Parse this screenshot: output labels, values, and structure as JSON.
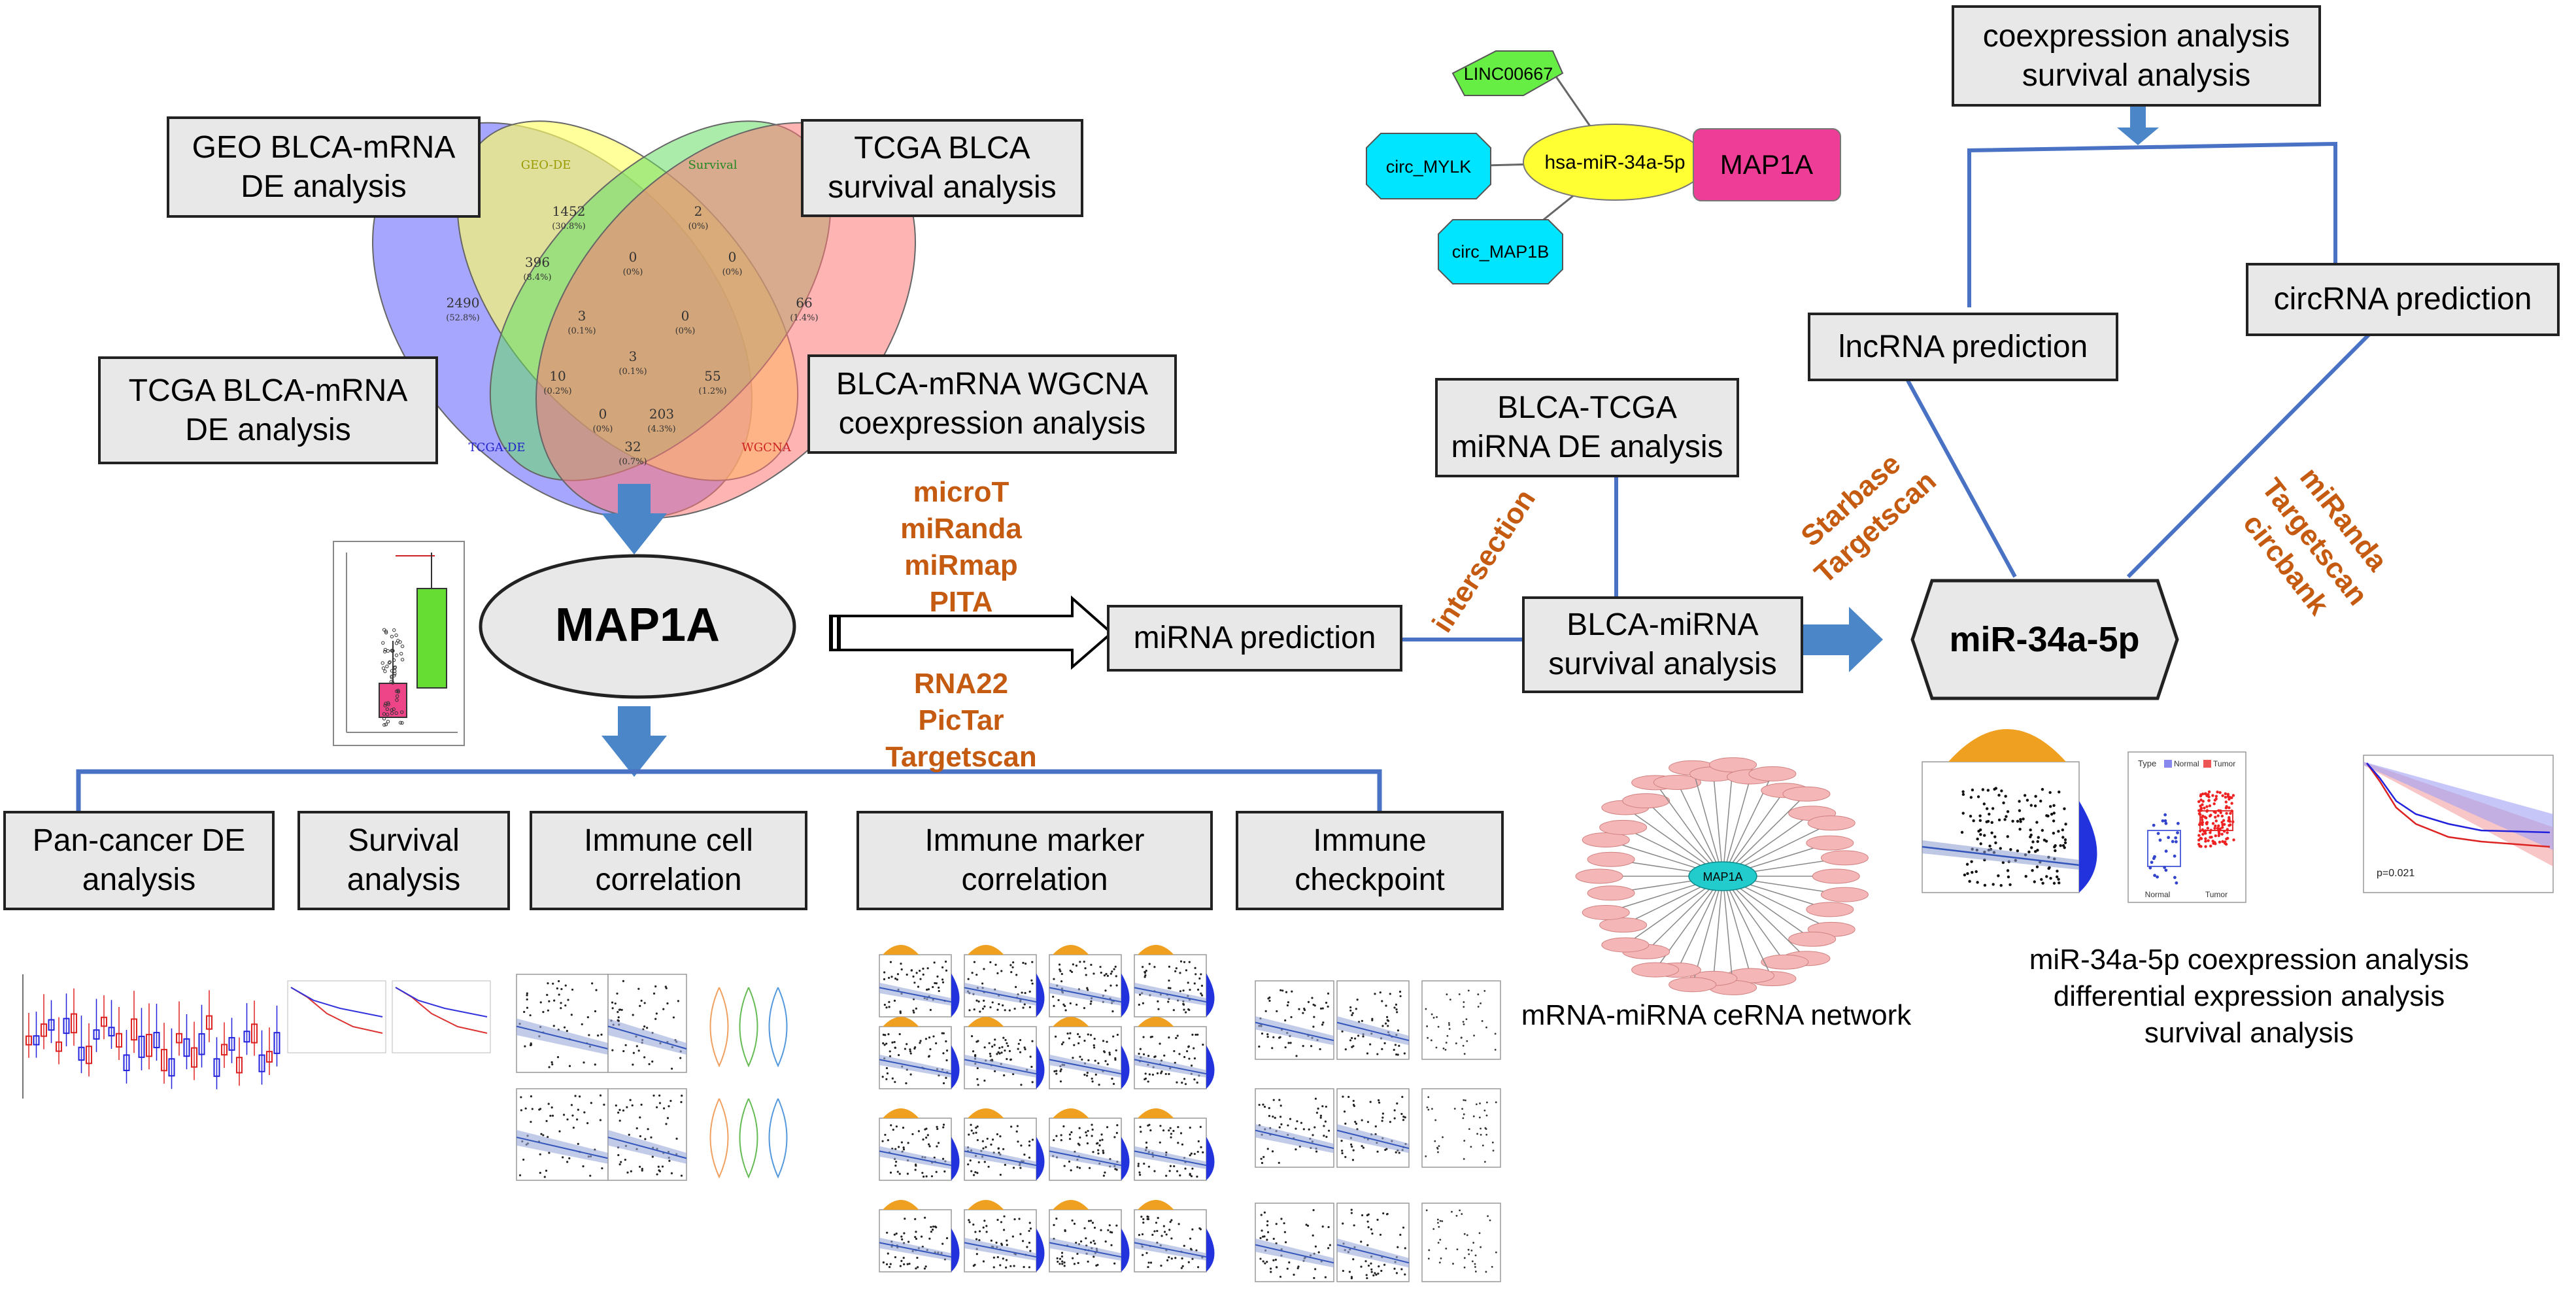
{
  "venn": {
    "sets": [
      "GEO-DE",
      "Survival",
      "WGCNA",
      "TCGA-DE"
    ],
    "colors": {
      "geo": "#ffff66",
      "survival": "#66dd66",
      "wgcna": "#ff7777",
      "tcga": "#8888ff"
    },
    "counts": [
      {
        "n": "1452",
        "p": "(30.8%)"
      },
      {
        "n": "2",
        "p": "(0%)"
      },
      {
        "n": "396",
        "p": "(8.4%)"
      },
      {
        "n": "0",
        "p": "(0%)"
      },
      {
        "n": "0",
        "p": "(0%)"
      },
      {
        "n": "2490",
        "p": "(52.8%)"
      },
      {
        "n": "66",
        "p": "(1.4%)"
      },
      {
        "n": "3",
        "p": "(0.1%)"
      },
      {
        "n": "0",
        "p": "(0%)"
      },
      {
        "n": "3",
        "p": "(0.1%)"
      },
      {
        "n": "10",
        "p": "(0.2%)"
      },
      {
        "n": "55",
        "p": "(1.2%)"
      },
      {
        "n": "0",
        "p": "(0%)"
      },
      {
        "n": "203",
        "p": "(4.3%)"
      },
      {
        "n": "32",
        "p": "(0.7%)"
      }
    ]
  },
  "boxes": {
    "geo": [
      "GEO BLCA-mRNA",
      "DE analysis"
    ],
    "tcga_surv": [
      "TCGA BLCA",
      "survival analysis"
    ],
    "tcga_de": [
      "TCGA BLCA-mRNA",
      "DE analysis"
    ],
    "wgcna": [
      "BLCA-mRNA WGCNA",
      "coexpression analysis"
    ],
    "map1a": "MAP1A",
    "mirna_pred": "miRNA prediction",
    "blca_tcga": [
      "BLCA-TCGA",
      "miRNA DE analysis"
    ],
    "blca_surv": [
      "BLCA-miRNA",
      "survival analysis"
    ],
    "mir": "miR-34a-5p",
    "coexp": [
      "coexpression analysis",
      "survival analysis"
    ],
    "lnc": "lncRNA prediction",
    "circ": "circRNA prediction",
    "pan": [
      "Pan-cancer DE",
      "analysis"
    ],
    "surv": [
      "Survival",
      "analysis"
    ],
    "immune_cell": [
      "Immune cell",
      "correlation"
    ],
    "immune_marker": [
      "Immune marker",
      "correlation"
    ],
    "immune_cp": [
      "Immune",
      "checkpoint"
    ]
  },
  "tools": {
    "top": [
      "microT",
      "miRanda",
      "miRmap",
      "PITA"
    ],
    "bottom": [
      "RNA22",
      "PicTar",
      "Targetscan"
    ],
    "intersection": "intersection",
    "starbase": [
      "Starbase",
      "Targetscan"
    ],
    "miranda": [
      "miRanda",
      "Targetscan",
      "circbank"
    ]
  },
  "network": {
    "center": "hsa-miR-34a-5p",
    "lnc": "LINC00667",
    "circ1": "circ_MYLK",
    "circ2": "circ_MAP1B",
    "mrna": "MAP1A"
  },
  "captions": {
    "cerna": "mRNA-miRNA ceRNA network",
    "mir_analysis": [
      "miR-34a-5p coexpression analysis",
      "differential expression analysis",
      "survival analysis"
    ]
  },
  "thumb_text": {
    "km_pval": "p=0.021",
    "box_legend": "Type",
    "normal": "Normal",
    "tumor": "Tumor",
    "map1a_node": "MAP1A"
  },
  "colors": {
    "arrow": "#4a86c8",
    "line": "#4a72c4",
    "orange": "#c55a11",
    "magenta": "#ee3d96",
    "cyan": "#00e5ff",
    "lime": "#66ee44",
    "yellow": "#ffff33"
  }
}
